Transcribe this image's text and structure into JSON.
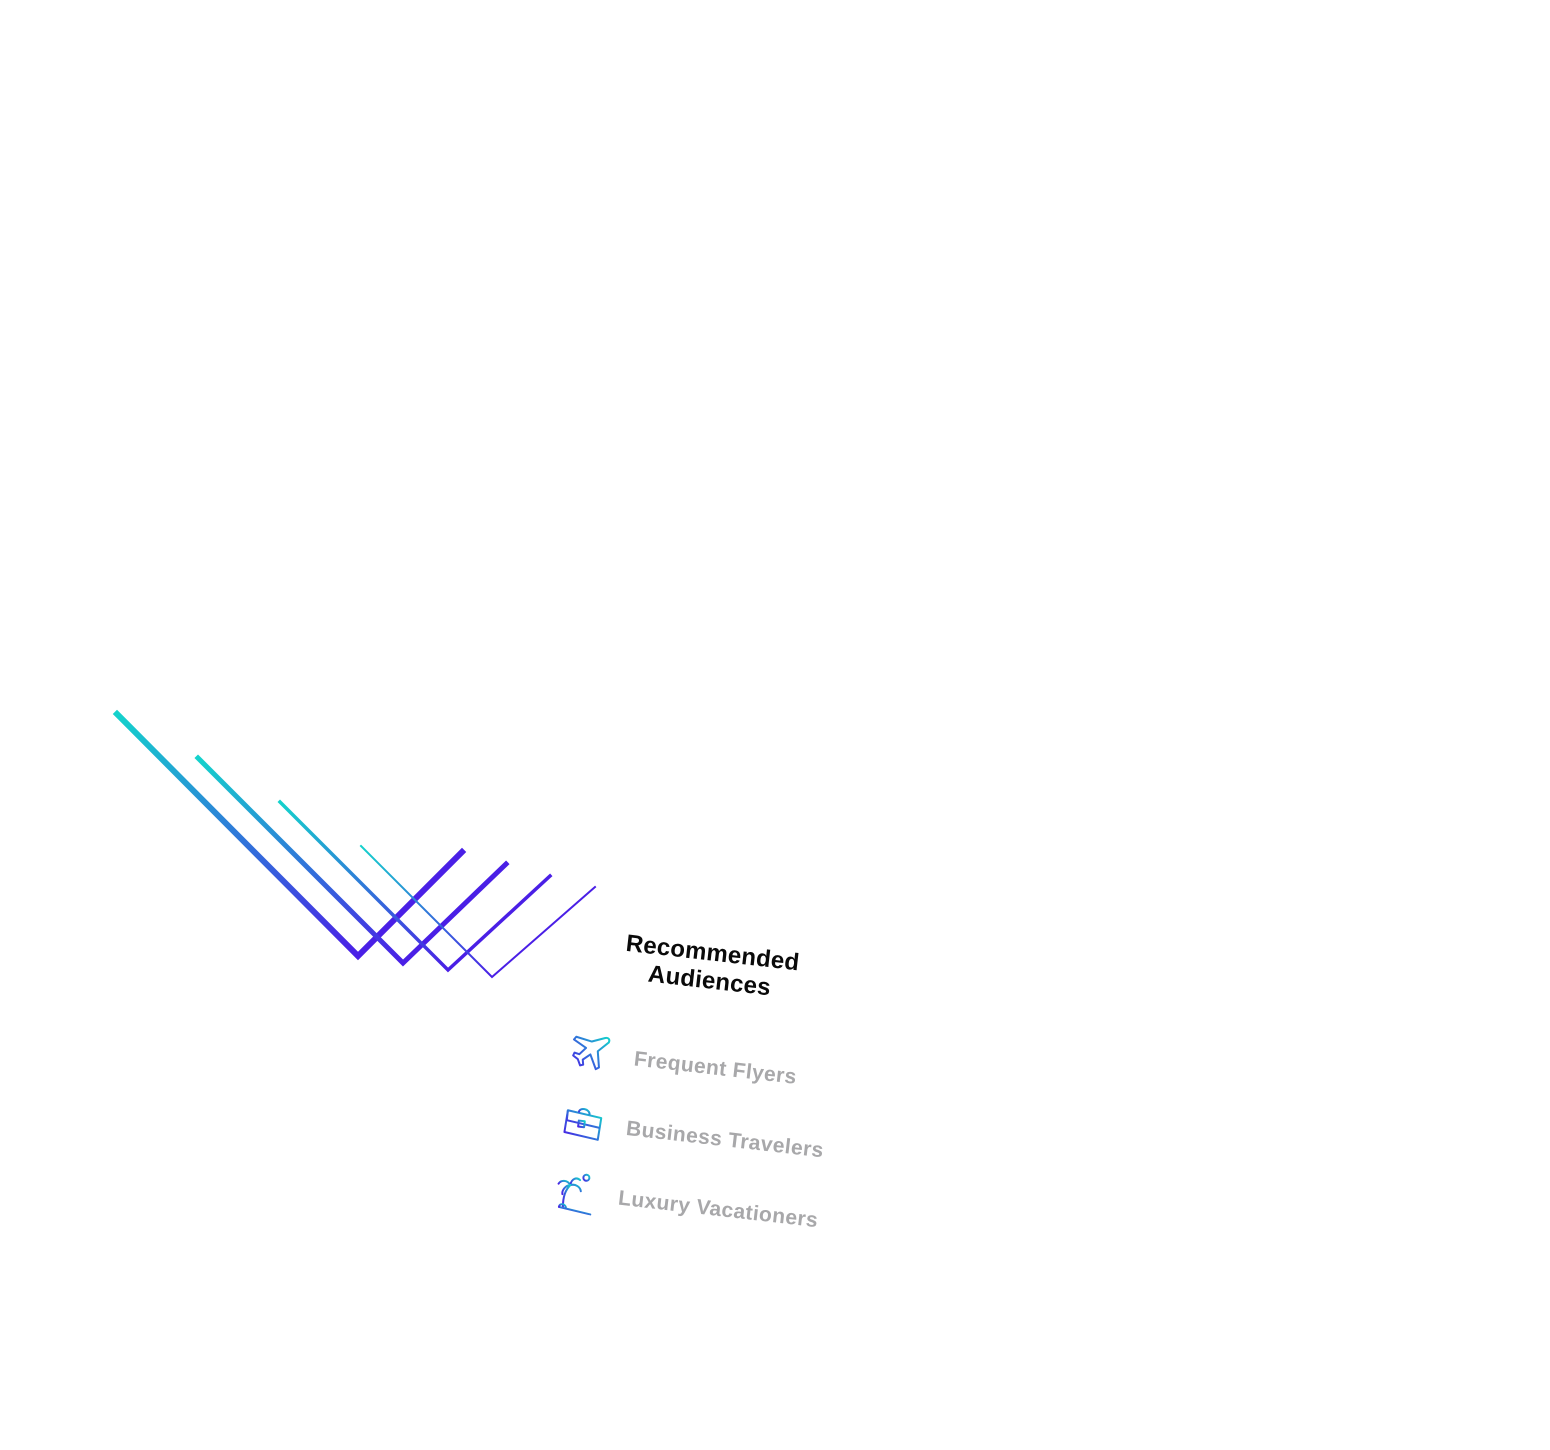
{
  "colors": {
    "teal": "#14d2cc",
    "violet": "#4a1fe6",
    "heading_text": "#0a0a0a",
    "item_text": "#a8a8aa",
    "background": "#ffffff"
  },
  "heading": {
    "line1": "Recommended",
    "line2": "Audiences"
  },
  "audiences": [
    {
      "icon": "airplane-icon",
      "label": "Frequent Flyers"
    },
    {
      "icon": "briefcase-icon",
      "label": "Business Travelers"
    },
    {
      "icon": "palm-tree-icon",
      "label": "Luxury Vacationers"
    }
  ]
}
